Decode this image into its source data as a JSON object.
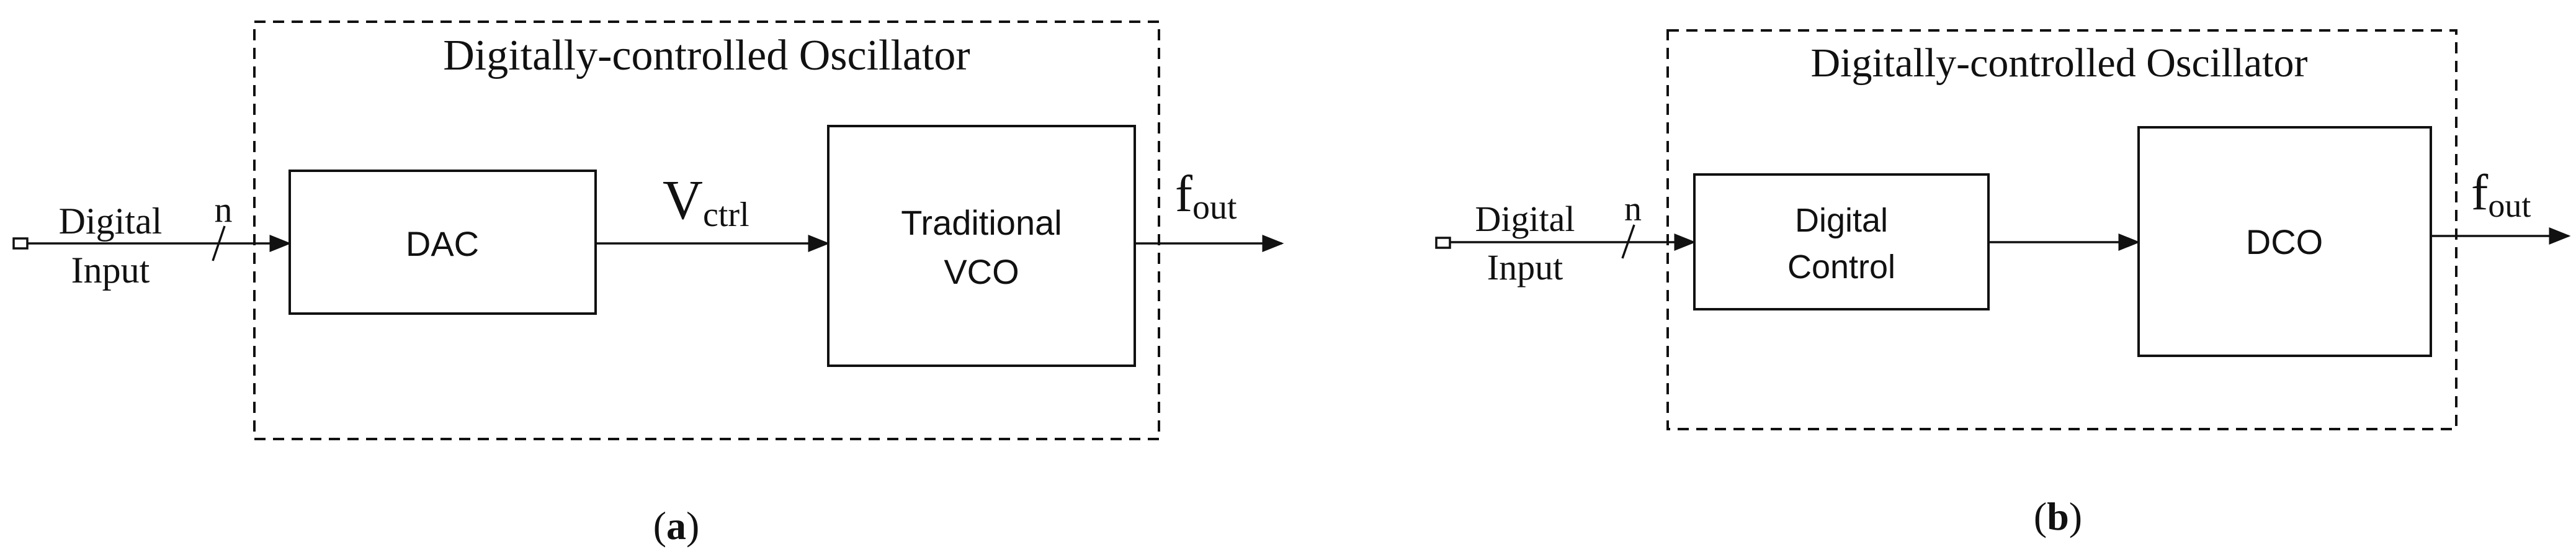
{
  "panel_a": {
    "oscillator_title": "Digitally-controlled Oscillator",
    "input_label_line1": "Digital",
    "input_label_line2": "Input",
    "bus_width": "n",
    "dac_label": "DAC",
    "vctrl_main": "V",
    "vctrl_sub": "ctrl",
    "vco_label_line1": "Traditional",
    "vco_label_line2": "VCO",
    "fout_main": "f",
    "fout_sub": "out",
    "caption_open": "(",
    "caption_letter": "a",
    "caption_close": ")"
  },
  "panel_b": {
    "oscillator_title": "Digitally-controlled Oscillator",
    "input_label_line1": "Digital",
    "input_label_line2": "Input",
    "bus_width": "n",
    "control_label_line1": "Digital",
    "control_label_line2": "Control",
    "dco_label": "DCO",
    "fout_main": "f",
    "fout_sub": "out",
    "caption_open": "(",
    "caption_letter": "b",
    "caption_close": ")"
  }
}
